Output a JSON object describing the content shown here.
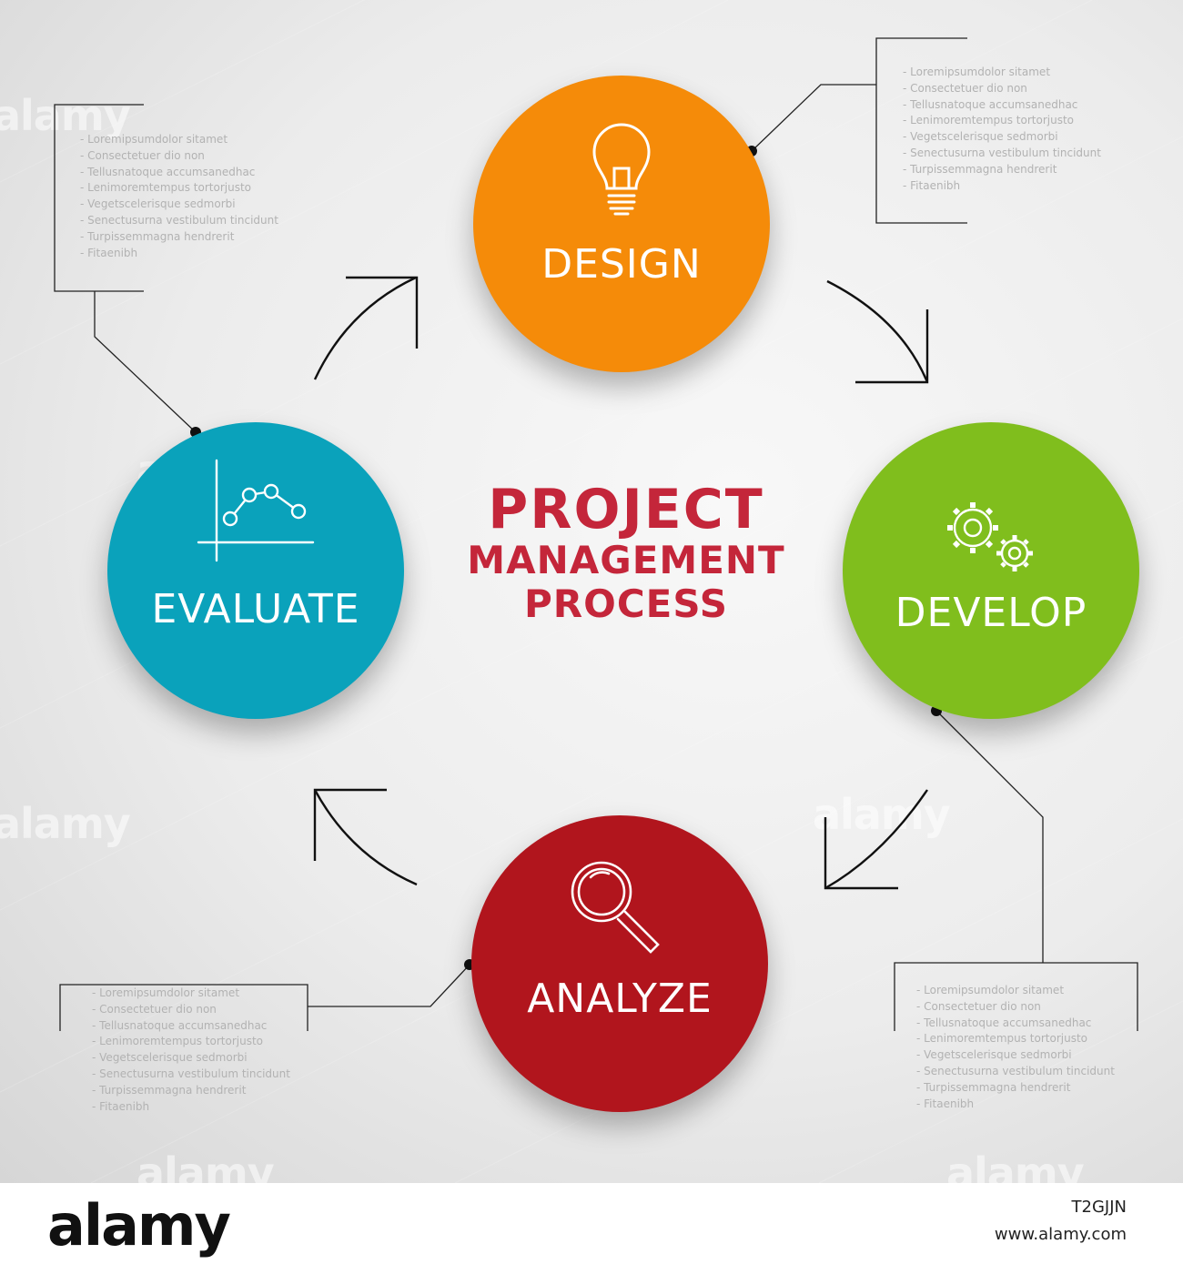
{
  "title": {
    "line1": "PROJECT",
    "line2": "MANAGEMENT",
    "line3": "PROCESS"
  },
  "nodes": {
    "design": {
      "label": "DESIGN",
      "color": "#f58b09",
      "icon": "lightbulb-icon"
    },
    "develop": {
      "label": "DEVELOP",
      "color": "#80be1d",
      "icon": "gears-icon"
    },
    "analyze": {
      "label": "ANALYZE",
      "color": "#b1151d",
      "icon": "magnifier-icon"
    },
    "evaluate": {
      "label": "EVALUATE",
      "color": "#0aa2bb",
      "icon": "line-chart-icon"
    }
  },
  "notes": {
    "design": [
      "Loremipsumdolor sitamet",
      "Consectetuer dio non",
      "Tellusnatoque accumsanedhac",
      "Lenimoremtempus tortorjusto",
      "Vegetscelerisque sedmorbi",
      "Senectusurna vestibulum tincidunt",
      "Turpissemmagna hendrerit",
      "Fitaenibh"
    ],
    "evaluate": [
      "Loremipsumdolor sitamet",
      "Consectetuer dio non",
      "Tellusnatoque accumsanedhac",
      "Lenimoremtempus tortorjusto",
      "Vegetscelerisque sedmorbi",
      "Senectusurna vestibulum tincidunt",
      "Turpissemmagna hendrerit",
      "Fitaenibh"
    ],
    "develop": [
      "Loremipsumdolor sitamet",
      "Consectetuer dio non",
      "Tellusnatoque accumsanedhac",
      "Lenimoremtempus tortorjusto",
      "Vegetscelerisque sedmorbi",
      "Senectusurna vestibulum tincidunt",
      "Turpissemmagna hendrerit",
      "Fitaenibh"
    ],
    "analyze": [
      "Loremipsumdolor sitamet",
      "Consectetuer dio non",
      "Tellusnatoque accumsanedhac",
      "Lenimoremtempus tortorjusto",
      "Vegetscelerisque sedmorbi",
      "Senectusurna vestibulum tincidunt",
      "Turpissemmagna hendrerit",
      "Fitaenibh"
    ]
  },
  "watermark": {
    "text": "alamy"
  },
  "footer": {
    "logo": "alamy",
    "image_id": "T2GJJN",
    "url": "www.alamy.com"
  }
}
